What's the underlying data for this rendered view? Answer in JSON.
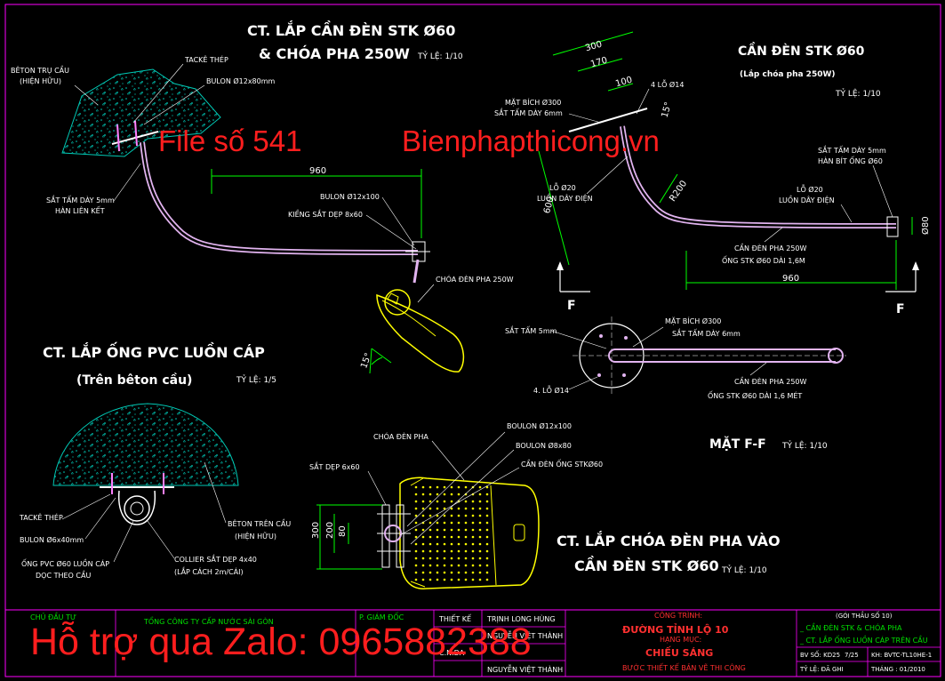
{
  "colors": {
    "background": "#000000",
    "pipe": "#e2b4f0",
    "concrete": "#00c8b4",
    "dimension": "#00ff00",
    "leader": "#ffffff",
    "lamp": "#ffff00",
    "watermark": "#ff1e1e",
    "frame": "#ff00ff"
  },
  "top_left_detail": {
    "title_line1": "CT. LẮP CẦN ĐÈN STK Ø60",
    "title_line2": "& CHÓA PHA 250W",
    "scale": "TỶ LỆ: 1/10",
    "label_beton_1": "BÊTON TRỤ CẦU",
    "label_beton_2": "(HIỆN HỮU)",
    "label_tacke": "TACKÊ THÉP",
    "label_bulon": "BULON Ø12x80mm",
    "label_sat_tam_1": "SẮT TẤM DÀY 5mm",
    "label_sat_tam_2": "HÀN LIÊN KẾT",
    "label_bulon_12x100": "BULON Ø12x100",
    "label_kieng": "KIỀNG SẮT DẸP 8x60",
    "label_choa": "CHÓA ĐÈN PHA 250W",
    "dim_960": "960",
    "dim_angle": "15°"
  },
  "top_right_detail": {
    "title": "CẦN ĐÈN STK Ø60",
    "subtitle": "(Lắp chóa pha 250W)",
    "scale": "TỶ LỆ: 1/10",
    "dim_300": "300",
    "dim_170": "170",
    "dim_100": "100",
    "dim_600": "600",
    "dim_r200": "R200",
    "dim_960": "960",
    "dim_80": "Ø80",
    "dim_angle": "15°",
    "label_mat_bich_1": "MẶT BÍCH Ø300",
    "label_mat_bich_2": "SẮT TẤM DÀY 6mm",
    "label_4lo": "4 LỖ Ø14",
    "label_lo20_1": "LỖ Ø20",
    "label_lo20_2": "LUỒN DÂY ĐIỆN",
    "label_sat_5_1": "SẮT TẤM DÀY 5mm",
    "label_sat_5_2": "HÀN BÍT ỐNG Ø60",
    "label_lo20b_1": "LỖ Ø20",
    "label_lo20b_2": "LUỒN DÂY ĐIỆN",
    "label_can_1": "CẦN ĐÈN PHA 250W",
    "label_can_2": "ỐNG STK Ø60 DÀI 1,6M",
    "section_left": "F",
    "section_right": "F"
  },
  "section_ff": {
    "title": "MẶT F-F",
    "scale": "TỶ LỆ: 1/10",
    "label_mat_bich_1": "MẶT BÍCH Ø300",
    "label_mat_bich_2": "SẮT TẤM DÀY 6mm",
    "label_sat_tam": "SẮT TẤM 5mm",
    "label_4lo": "4. LỖ Ø14",
    "label_can_1": "CẦN ĐÈN PHA 250W",
    "label_can_2": "ỐNG STK Ø60 DÀI 1,6 MÉT"
  },
  "pvc_detail": {
    "title_line1": "CT. LẮP ỐNG PVC LUỒN CÁP",
    "title_line2": "(Trên bêton cầu)",
    "scale": "TỶ LỆ: 1/5",
    "label_tacke": "TACKÊ THÉP",
    "label_bulon": "BULON Ø6x40mm",
    "label_pvc_1": "ỐNG PVC Ø60 LUỒN CÁP",
    "label_pvc_2": "DỌC THEO CẦU",
    "label_collier_1": "COLLIER SẮT DẸP 4x40",
    "label_collier_2": "(LẮP CÁCH 2m/CÁI)",
    "label_beton_1": "BÊTON TRÊN CẦU",
    "label_beton_2": "(HIỆN HỮU)"
  },
  "lamp_detail": {
    "title_line1": "CT. LẮP CHÓA ĐÈN PHA VÀO",
    "title_line2": "CẦN ĐÈN STK Ø60",
    "scale": "TỶ LỆ: 1/10",
    "label_choa": "CHÓA ĐÈN PHA",
    "label_boulon_12": "BOULON Ø12x100",
    "label_boulon_8": "BOULON Ø8x80",
    "label_can": "CẦN ĐÈN ỐNG STKØ60",
    "label_sat_dep": "SẮT DẸP 6x60",
    "dim_300": "300",
    "dim_200": "200",
    "dim_80": "80"
  },
  "watermark": {
    "file_label": "File số 541",
    "site_label": "Bienphapthicong.vn",
    "zalo_label": "Hỗ trợ qua Zalo: 0965882388"
  },
  "title_block": {
    "chu_dau_tu": "CHỦ ĐẦU TƯ",
    "company": "TỔNG CÔNG TY CẤP NƯỚC SÀI GÒN",
    "giam_doc": "P. GIÁM ĐỐC",
    "thiet_ke": "THIẾT KẾ",
    "designer": "TRỊNH LONG HÙNG",
    "designer_2": "NGUYỄN VIỆT THÀNH",
    "nguyen_viet_thanh": "NGUYỄN VIỆT THÀNH",
    "cn_da": "C.N.ĐA",
    "cong_trinh": "CÔNG TRÌNH:",
    "project": "ĐƯỜNG TỈNH LỘ 10",
    "hang_muc": "HẠNG MỤC:",
    "item": "CHIẾU SÁNG",
    "phase": "BƯỚC THIẾT KẾ BẢN VẼ THI CÔNG",
    "goi_thau": "(GÓI THẦU SỐ 10)",
    "sheet_title_1": "_ CẦN ĐÈN STK & CHÓA PHA",
    "sheet_title_2": "_ CT. LẮP ỐNG LUỒN CÁP TRÊN CẦU",
    "ban_ve_so": "BV SỐ: KD25",
    "sheet_no": "7/25",
    "ky_hieu": "KH: BVTC-TL10HE-1",
    "ty_le": "TỶ LỆ: ĐÃ GHI",
    "ngay": "THÁNG : 01/2010"
  }
}
